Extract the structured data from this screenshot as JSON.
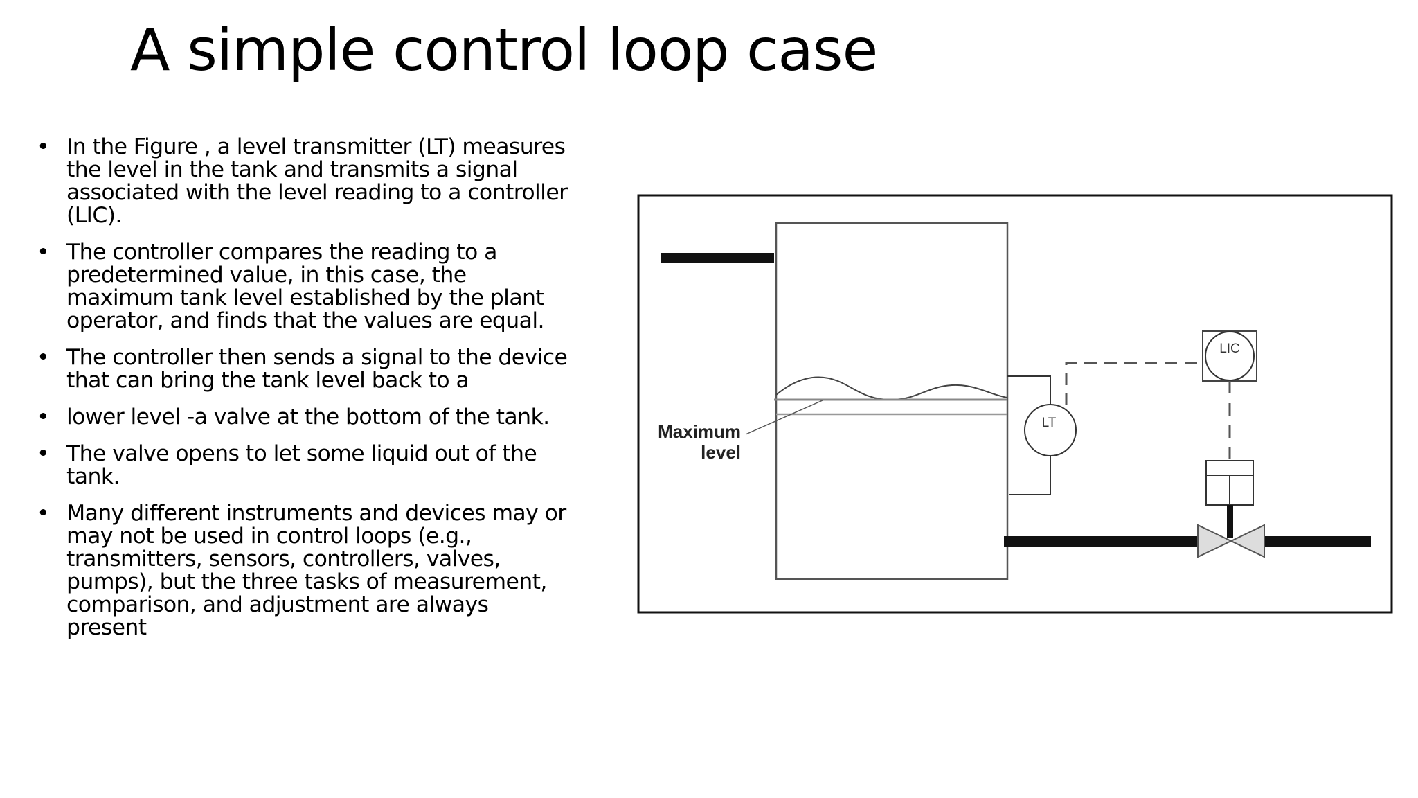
{
  "slide": {
    "title": "A simple control loop case"
  },
  "bullets": [
    {
      "text": "In the Figure , a level transmitter (LT) measures the level in the tank  and transmits a signal associated with the level reading to a controller (LIC)."
    },
    {
      "text": "The controller compares the reading to a predetermined value,  in this case, the maximum tank level established by the plant operator, and finds that the values are equal."
    },
    {
      "text": "The controller then sends a signal to the device that can bring the tank level back to a"
    },
    {
      "text": "lower level -a valve at the bottom of the tank."
    },
    {
      "text": "The valve opens to let some liquid out of the tank."
    },
    {
      "text": "Many different instruments and devices may or may not be used in control loops (e.g., transmitters, sensors, controllers, valves, pumps),  but the three tasks of measurement, comparison, and adjustment are always present"
    }
  ],
  "figure": {
    "max_level_line1": "Maximum",
    "max_level_line2": "level",
    "lt_label": "LT",
    "lic_label": "LIC"
  }
}
